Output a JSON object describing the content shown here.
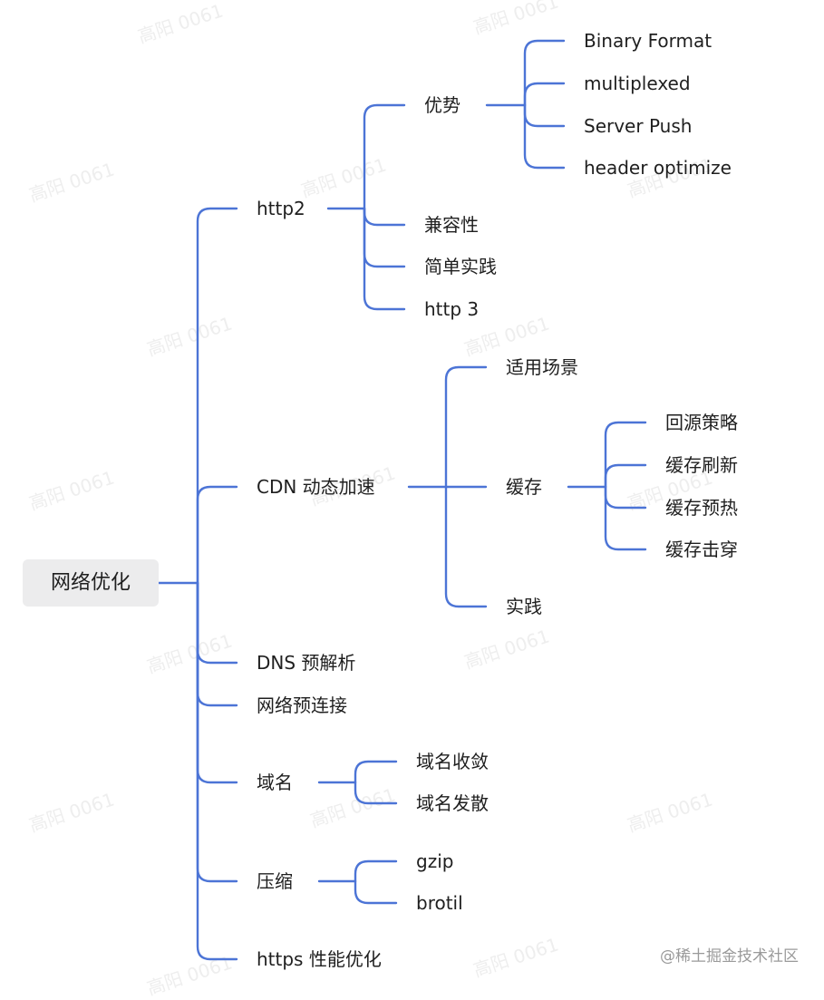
{
  "colors": {
    "line": "#4c74d6",
    "root_bg": "#ececed",
    "text": "#1f1f1f",
    "watermark": "#eeeeee",
    "footer": "#9a9a9a"
  },
  "watermark_text": "高阳 0061",
  "footer_text": "@稀土掘金技术社区",
  "tree": {
    "label": "网络优化",
    "children": [
      {
        "label": "http2",
        "children": [
          {
            "label": "优势",
            "children": [
              {
                "label": "Binary Format"
              },
              {
                "label": "multiplexed"
              },
              {
                "label": "Server Push"
              },
              {
                "label": "header optimize"
              }
            ]
          },
          {
            "label": "兼容性"
          },
          {
            "label": "简单实践"
          },
          {
            "label": "http 3"
          }
        ]
      },
      {
        "label": "CDN 动态加速",
        "children": [
          {
            "label": "适用场景"
          },
          {
            "label": "缓存",
            "children": [
              {
                "label": "回源策略"
              },
              {
                "label": "缓存刷新"
              },
              {
                "label": "缓存预热"
              },
              {
                "label": "缓存击穿"
              }
            ]
          },
          {
            "label": "实践"
          }
        ]
      },
      {
        "label": "DNS 预解析"
      },
      {
        "label": "网络预连接"
      },
      {
        "label": "域名",
        "children": [
          {
            "label": "域名收敛"
          },
          {
            "label": "域名发散"
          }
        ]
      },
      {
        "label": "压缩",
        "children": [
          {
            "label": "gzip"
          },
          {
            "label": "brotil"
          }
        ]
      },
      {
        "label": "https 性能优化"
      }
    ]
  }
}
